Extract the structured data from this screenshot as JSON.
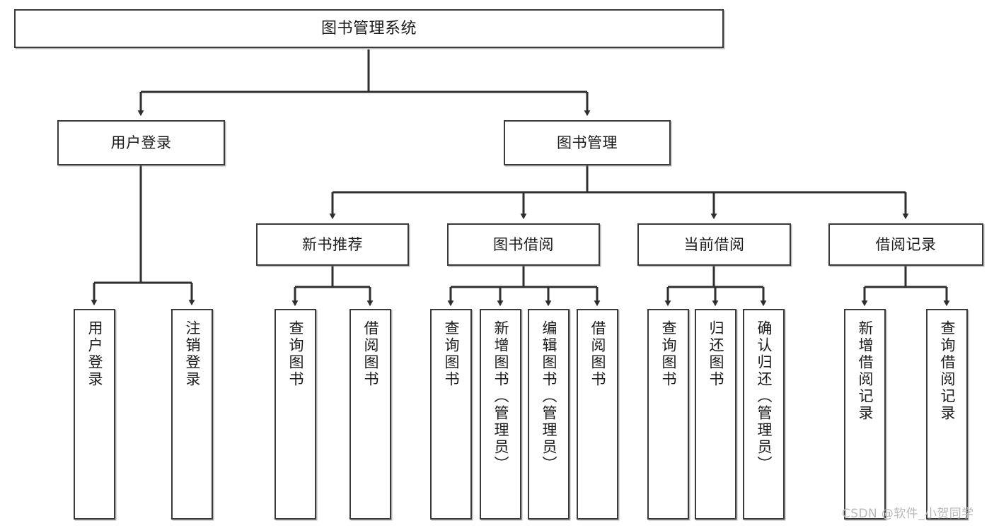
{
  "diagram": {
    "title": "图书管理系统",
    "type": "tree",
    "watermark": "CSDN @软件_小贺同学",
    "colors": {
      "box_border": "#3a3a3a",
      "box_fill": "#ffffff",
      "edge": "#2f2f2f",
      "text": "#1b1b1b",
      "watermark": "#b9b9b9"
    },
    "root": {
      "label": "图书管理系统"
    },
    "level1": [
      {
        "label": "用户登录"
      },
      {
        "label": "图书管理"
      }
    ],
    "level2": [
      {
        "label": "新书推荐"
      },
      {
        "label": "图书借阅"
      },
      {
        "label": "当前借阅"
      },
      {
        "label": "借阅记录"
      }
    ],
    "leaves": {
      "user_login": [
        {
          "label": "用户登录"
        },
        {
          "label": "注销登录"
        }
      ],
      "new_book_recommend": [
        {
          "label": "查询图书"
        },
        {
          "label": "借阅图书"
        }
      ],
      "book_borrow": [
        {
          "label": "查询图书"
        },
        {
          "label": "新增图书（管理员）"
        },
        {
          "label": "编辑图书（管理员）"
        },
        {
          "label": "借阅图书"
        }
      ],
      "current_borrow": [
        {
          "label": "查询图书"
        },
        {
          "label": "归还图书"
        },
        {
          "label": "确认归还（管理员）"
        }
      ],
      "borrow_record": [
        {
          "label": "新增借阅记录"
        },
        {
          "label": "查询借阅记录"
        }
      ]
    }
  }
}
